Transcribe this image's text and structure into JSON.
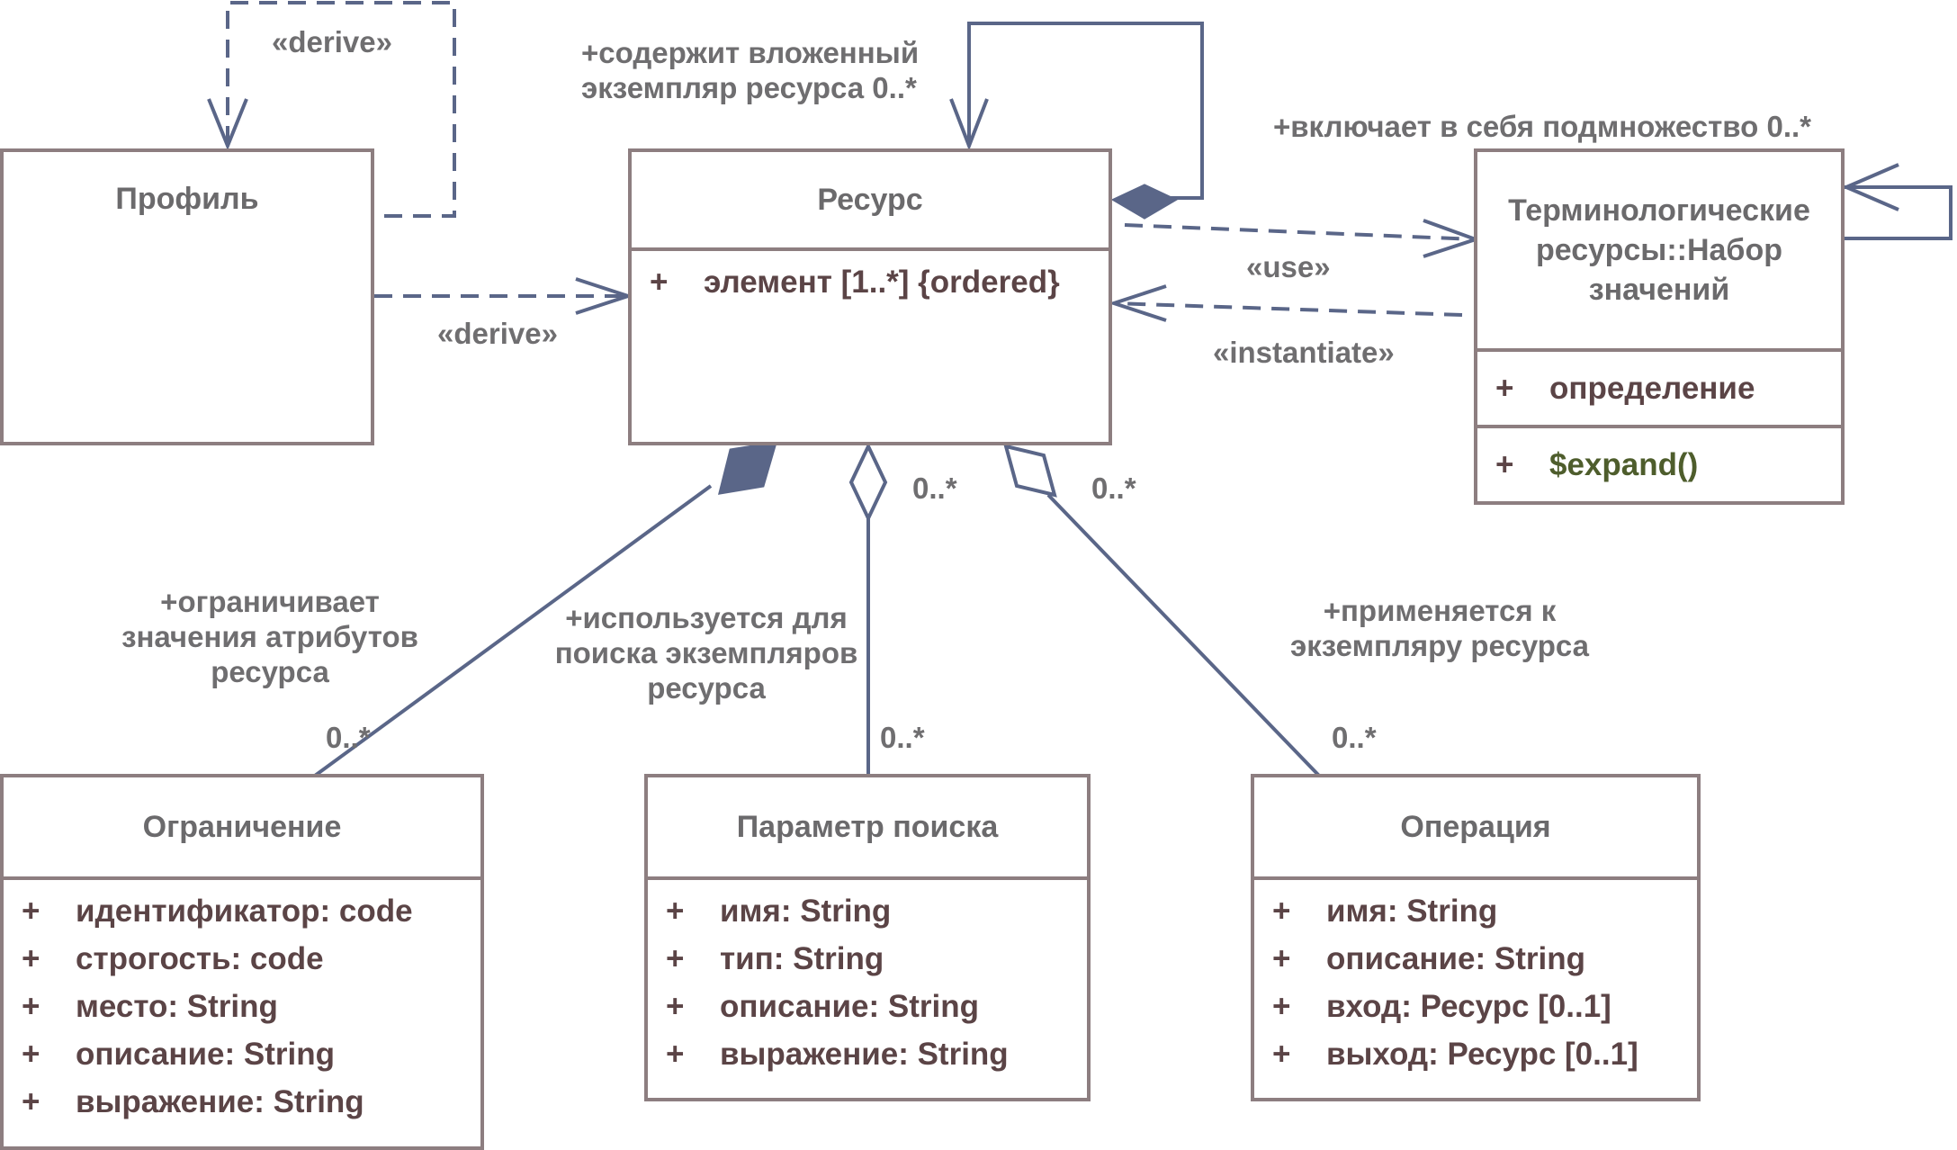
{
  "classes": {
    "profile": {
      "name": "Профиль"
    },
    "resource": {
      "name": "Ресурс",
      "attributes": [
        {
          "vis": "+",
          "text": "элемент [1..*] {ordered}"
        }
      ]
    },
    "valueset": {
      "name_lines": [
        "Терминологические",
        "ресурсы::Набор",
        "значений"
      ],
      "attributes": [
        {
          "vis": "+",
          "text": "определение"
        }
      ],
      "operations": [
        {
          "vis": "+",
          "text": "$expand()"
        }
      ]
    },
    "constraint": {
      "name": "Ограничение",
      "attributes": [
        {
          "vis": "+",
          "text": "идентификатор: code"
        },
        {
          "vis": "+",
          "text": "строгость: code"
        },
        {
          "vis": "+",
          "text": "место: String"
        },
        {
          "vis": "+",
          "text": "описание: String"
        },
        {
          "vis": "+",
          "text": "выражение: String"
        }
      ]
    },
    "search_param": {
      "name": "Параметр поиска",
      "attributes": [
        {
          "vis": "+",
          "text": "имя: String"
        },
        {
          "vis": "+",
          "text": "тип: String"
        },
        {
          "vis": "+",
          "text": "описание: String"
        },
        {
          "vis": "+",
          "text": "выражение: String"
        }
      ]
    },
    "operation": {
      "name": "Операция",
      "attributes": [
        {
          "vis": "+",
          "text": "имя: String"
        },
        {
          "vis": "+",
          "text": "описание: String"
        },
        {
          "vis": "+",
          "text": "вход: Ресурс [0..1]"
        },
        {
          "vis": "+",
          "text": "выход: Ресурс [0..1]"
        }
      ]
    }
  },
  "labels": {
    "derive_self": "«derive»",
    "derive_resource": "«derive»",
    "contains_line1": "+содержит вложенный",
    "contains_line2": "экземпляр ресурса 0..*",
    "includes_subset": "+включает в себя подмножество 0..*",
    "use": "«use»",
    "instantiate": "«instantiate»",
    "constrains_line1": "+ограничивает",
    "constrains_line2": "значения атрибутов",
    "constrains_line3": "ресурса",
    "constrains_mult": "0..*",
    "search_line1": "+используется для",
    "search_line2": "поиска экземпляров",
    "search_line3": "ресурса",
    "search_mult_top": "0..*",
    "search_mult_bottom": "0..*",
    "applies_line1": "+применяется к",
    "applies_line2": "экземпляру ресурса",
    "applies_mult_top": "0..*",
    "applies_mult_bottom": "0..*"
  },
  "colors": {
    "line": "#5a6688",
    "box_border": "#8d7e80",
    "label": "#6f6e70",
    "attribute_text": "#5b4446",
    "operation_text": "#4e5d2c"
  }
}
